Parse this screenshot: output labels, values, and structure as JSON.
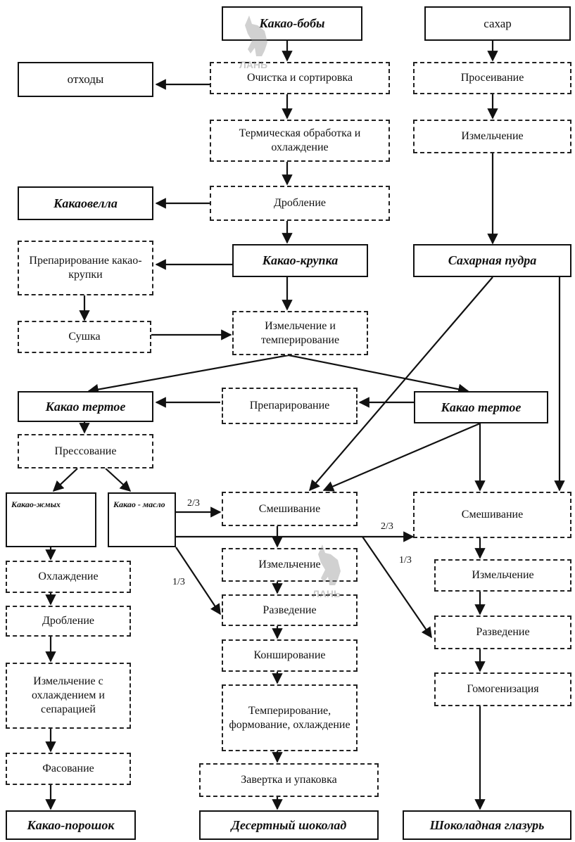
{
  "nodes": {
    "cocoa_beans": "Какао-бобы",
    "sugar": "сахар",
    "waste": "отходы",
    "cleaning": "Очистка и сортировка",
    "sifting": "Просеивание",
    "thermal": "Термическая обработка и охлаждение",
    "sugar_grinding": "Измельчение",
    "kakaovella": "Какаовелла",
    "crushing": "Дробление",
    "prep_nibs": "Препарирование какао-крупки",
    "nibs": "Какао-крупка",
    "powdered_sugar": "Сахарная пудра",
    "drying": "Сушка",
    "grind_temper": "Измельчение и темперирование",
    "liquor_left": "Какао тертое",
    "preparation": "Препарирование",
    "liquor_right": "Какао тертое",
    "pressing": "Прессование",
    "cake": "Какао-жмых",
    "butter": "Какао - масло",
    "mixing_mid": "Смешивание",
    "mixing_right": "Смешивание",
    "cooling": "Охлаждение",
    "grinding_mid": "Измельчение",
    "grinding_right": "Измельчение",
    "cake_crushing": "Дробление",
    "thinning_mid": "Разведение",
    "thinning_right": "Разведение",
    "fine_grinding": "Измельчение с охлаждением и сепарацией",
    "conching": "Конширование",
    "homogenization": "Гомогенизация",
    "tempering": "Темперирование, формование, охлаждение",
    "packing_powder": "Фасование",
    "wrapping": "Завертка и упаковка",
    "cocoa_powder": "Какао-порошок",
    "dessert_chocolate": "Десертный шоколад",
    "chocolate_glaze": "Шоколадная глазурь"
  },
  "edge_labels": {
    "butter_mix_mid": "2/3",
    "butter_mix_right": "2/3",
    "butter_thin_mid": "1/3",
    "butter_thin_right": "1/3"
  },
  "watermark": "ЛАНЬ"
}
